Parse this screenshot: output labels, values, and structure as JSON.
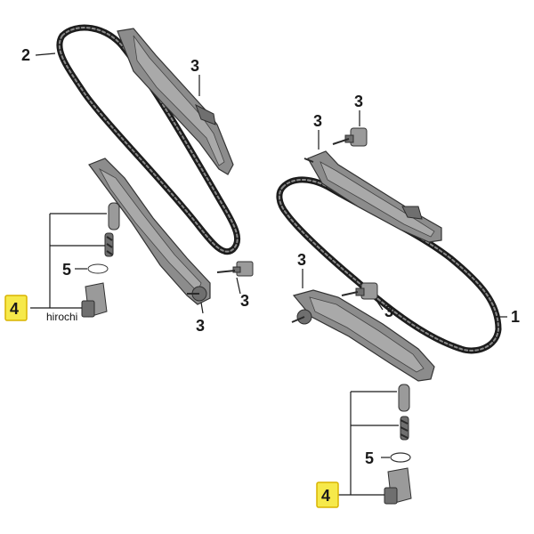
{
  "diagram": {
    "labels": [
      {
        "id": "chain-2",
        "text": "2"
      },
      {
        "id": "chain-1",
        "text": "1"
      },
      {
        "id": "rail-top-left",
        "text": "3"
      },
      {
        "id": "rail-top-right",
        "text": "3"
      },
      {
        "id": "bolt-top-right",
        "text": "3"
      },
      {
        "id": "bolt-mid-left",
        "text": "3"
      },
      {
        "id": "pin-left-bottom",
        "text": "3"
      },
      {
        "id": "rail-lower-right",
        "text": "3"
      },
      {
        "id": "bolt-lower-right",
        "text": "3"
      },
      {
        "id": "seal-left",
        "text": "5"
      },
      {
        "id": "seal-right",
        "text": "5"
      },
      {
        "id": "tensioner-left",
        "text": "4"
      },
      {
        "id": "tensioner-right",
        "text": "4"
      }
    ],
    "watermark": "hirochi",
    "highlight_color": "#f6e94a"
  }
}
